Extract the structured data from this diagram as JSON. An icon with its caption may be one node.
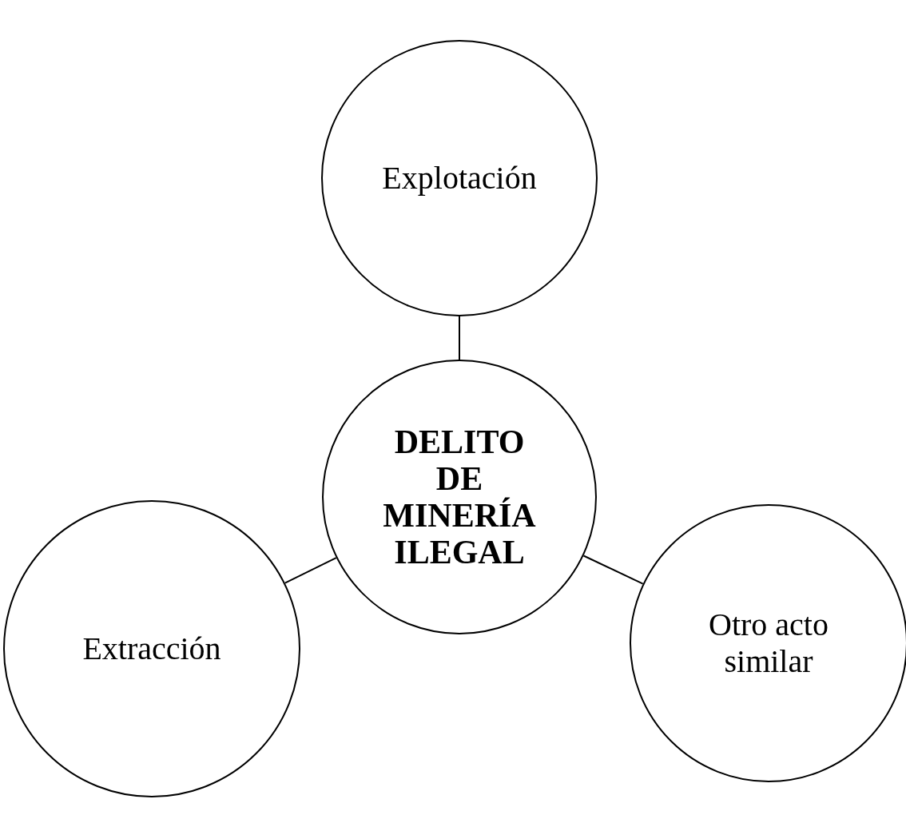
{
  "diagram": {
    "nodes": [
      {
        "text": [
          "DELITO DE MINERÍA ILEGAL"
        ]
      },
      {
        "text": [
          "Explotación"
        ]
      },
      {
        "text": [
          "Extracción"
        ]
      },
      {
        "text": [
          "Otro acto similar"
        ]
      }
    ],
    "edges": [
      {
        "from": 0,
        "to": 1,
        "arrow": "none"
      },
      {
        "from": 0,
        "to": 2,
        "arrow": "none"
      },
      {
        "from": 0,
        "to": 3,
        "arrow": "none"
      }
    ]
  }
}
